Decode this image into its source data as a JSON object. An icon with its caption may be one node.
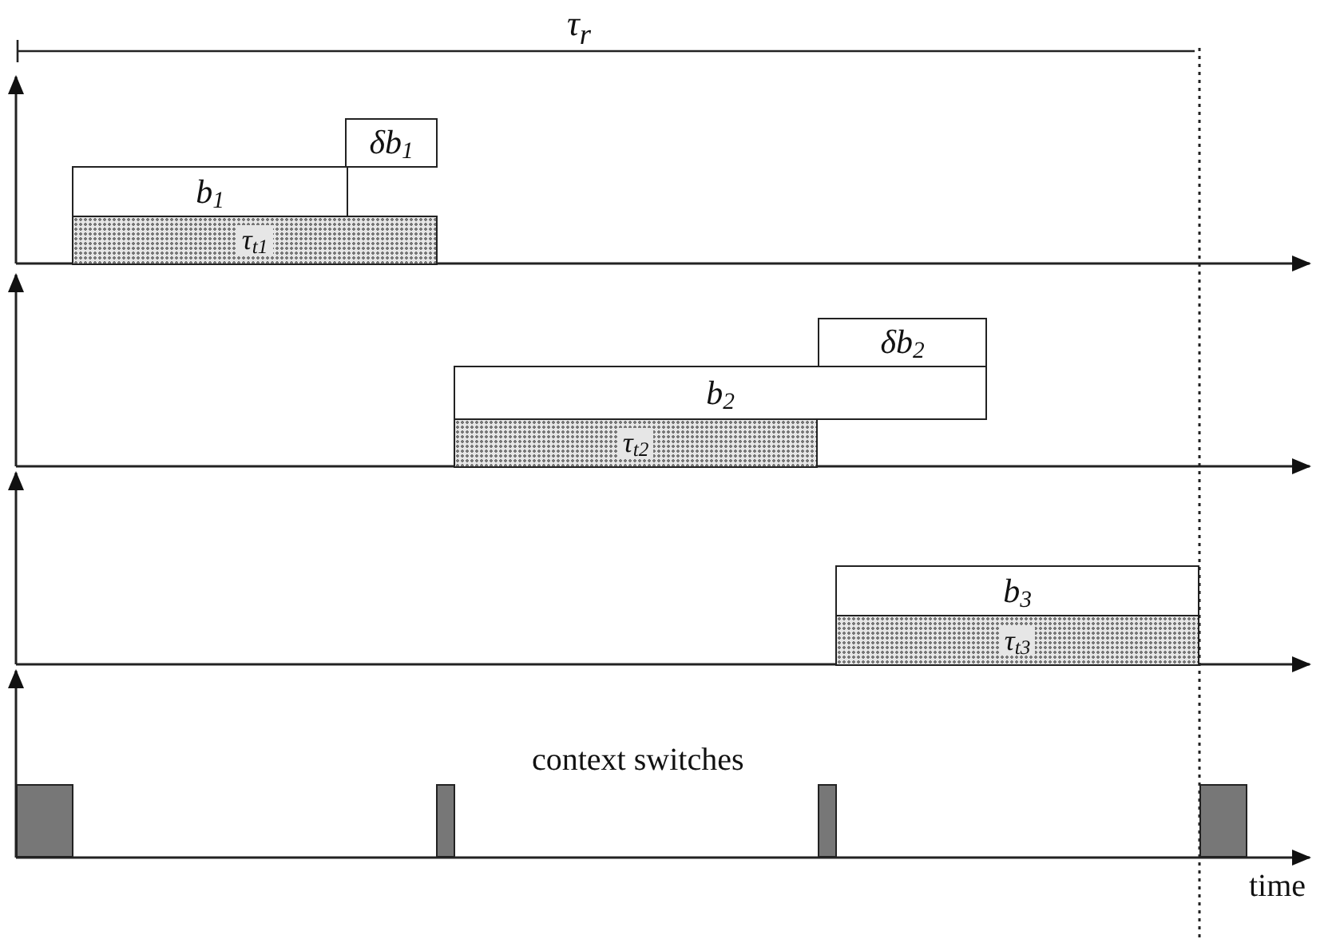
{
  "diagram": {
    "nodes": [
      {
        "text": [
          "b$_{1}$"
        ]
      },
      {
        "text": [
          "δb$_{1}$"
        ]
      },
      {
        "text": [
          "τ$_{t1}$"
        ]
      },
      {
        "text": [
          "δb$_{2}$"
        ]
      },
      {
        "text": [
          "b$_{2}$"
        ]
      },
      {
        "text": [
          "τ$_{t2}$"
        ]
      },
      {
        "text": [
          "b$_{3}$"
        ]
      },
      {
        "text": [
          "τ$_{t3}$"
        ]
      },
      {
        "text": [],
        "shape": "bar"
      },
      {
        "text": [],
        "shape": "bar"
      },
      {
        "text": [],
        "shape": "bar"
      },
      {
        "text": [],
        "shape": "bar"
      }
    ],
    "edges": [],
    "labels": [
      "τ$_{r}$",
      "context switches",
      "time"
    ]
  }
}
